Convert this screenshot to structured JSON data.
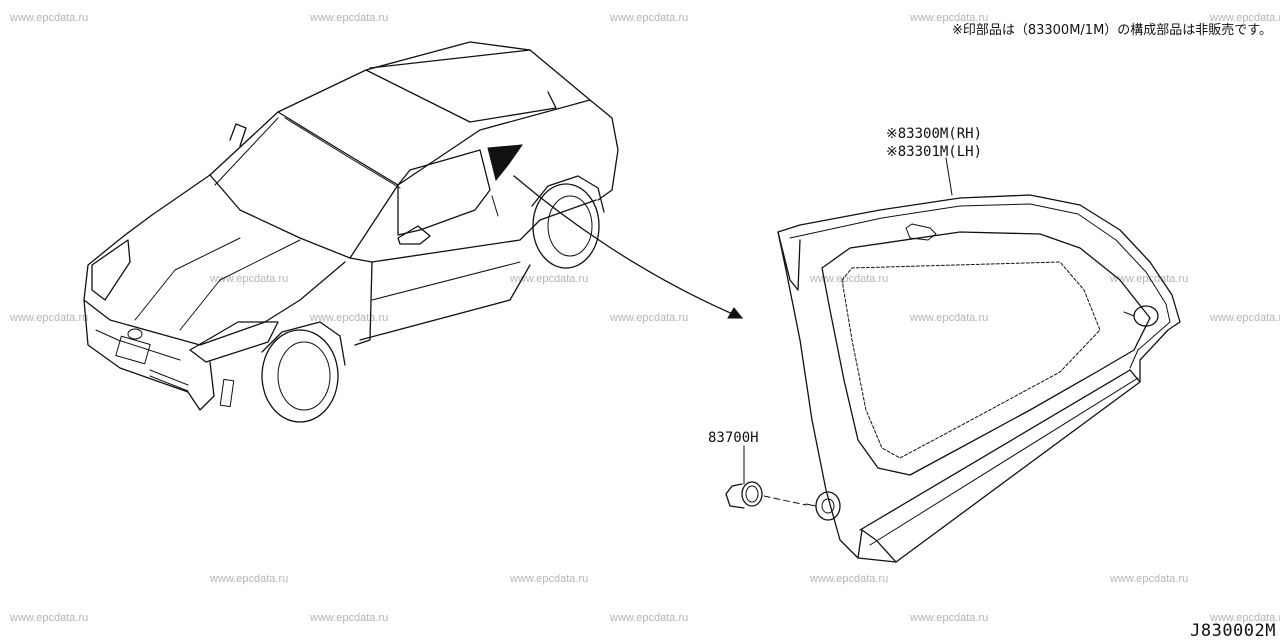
{
  "watermark": "www.epcdata.ru",
  "note": "※印部品は（83300M/1M）の構成部品は非販売です。",
  "parts": {
    "trim_rh": "※83300M(RH)",
    "trim_lh": "※83301M(LH)",
    "clip": "83700H"
  },
  "diagram_code": "J830002M"
}
